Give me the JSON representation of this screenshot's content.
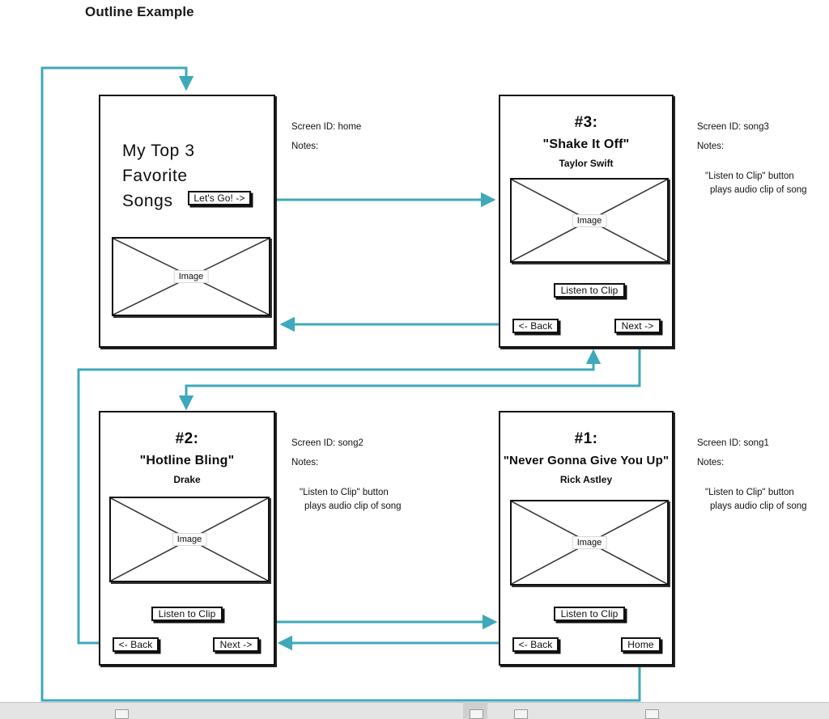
{
  "document": {
    "title": "Outline Example"
  },
  "labels": {
    "screen_id_prefix": "Screen ID:",
    "notes_label": "Notes:",
    "image_placeholder": "Image"
  },
  "colors": {
    "connector": "#3fa8ba",
    "wireframe_stroke": "#111111",
    "taskbar": "#e4e4e4"
  },
  "screens": [
    {
      "id": "home",
      "heading_lines": [
        "My Top 3",
        "Favorite",
        "Songs"
      ],
      "buttons": [
        {
          "name": "lets-go",
          "label": "Let's Go! ->"
        }
      ],
      "image_label": "Image",
      "notes": {
        "screen_id_text": "Screen ID: home",
        "notes_label": "Notes:",
        "body": []
      }
    },
    {
      "id": "song3",
      "rank": "#3:",
      "title": "\"Shake It Off\"",
      "artist": "Taylor Swift",
      "image_label": "Image",
      "buttons": [
        {
          "name": "listen-to-clip",
          "label": "Listen to Clip"
        },
        {
          "name": "back",
          "label": "<- Back"
        },
        {
          "name": "next",
          "label": "Next ->"
        }
      ],
      "notes": {
        "screen_id_text": "Screen ID: song3",
        "notes_label": "Notes:",
        "body": [
          "\"Listen to Clip\" button",
          "plays audio clip of song"
        ]
      }
    },
    {
      "id": "song2",
      "rank": "#2:",
      "title": "\"Hotline Bling\"",
      "artist": "Drake",
      "image_label": "Image",
      "buttons": [
        {
          "name": "listen-to-clip",
          "label": "Listen to Clip"
        },
        {
          "name": "back",
          "label": "<- Back"
        },
        {
          "name": "next",
          "label": "Next ->"
        }
      ],
      "notes": {
        "screen_id_text": "Screen ID: song2",
        "notes_label": "Notes:",
        "body": [
          "\"Listen to Clip\" button",
          "plays audio clip of song"
        ]
      }
    },
    {
      "id": "song1",
      "rank": "#1:",
      "title": "\"Never Gonna Give You Up\"",
      "artist": "Rick Astley",
      "image_label": "Image",
      "buttons": [
        {
          "name": "listen-to-clip",
          "label": "Listen to Clip"
        },
        {
          "name": "back",
          "label": "<- Back"
        },
        {
          "name": "home",
          "label": "Home"
        }
      ],
      "notes": {
        "screen_id_text": "Screen ID: song1",
        "notes_label": "Notes:",
        "body": [
          "\"Listen to Clip\" button",
          "plays audio clip of song"
        ]
      }
    }
  ],
  "connectors": [
    {
      "from": "home.lets-go",
      "to": "song3"
    },
    {
      "from": "song3.back",
      "to": "home"
    },
    {
      "from": "song3.next",
      "to": "song2"
    },
    {
      "from": "song2.back",
      "to": "song3"
    },
    {
      "from": "song2.next",
      "to": "song1"
    },
    {
      "from": "song1.back",
      "to": "song2"
    },
    {
      "from": "song1.home",
      "to": "home"
    }
  ]
}
